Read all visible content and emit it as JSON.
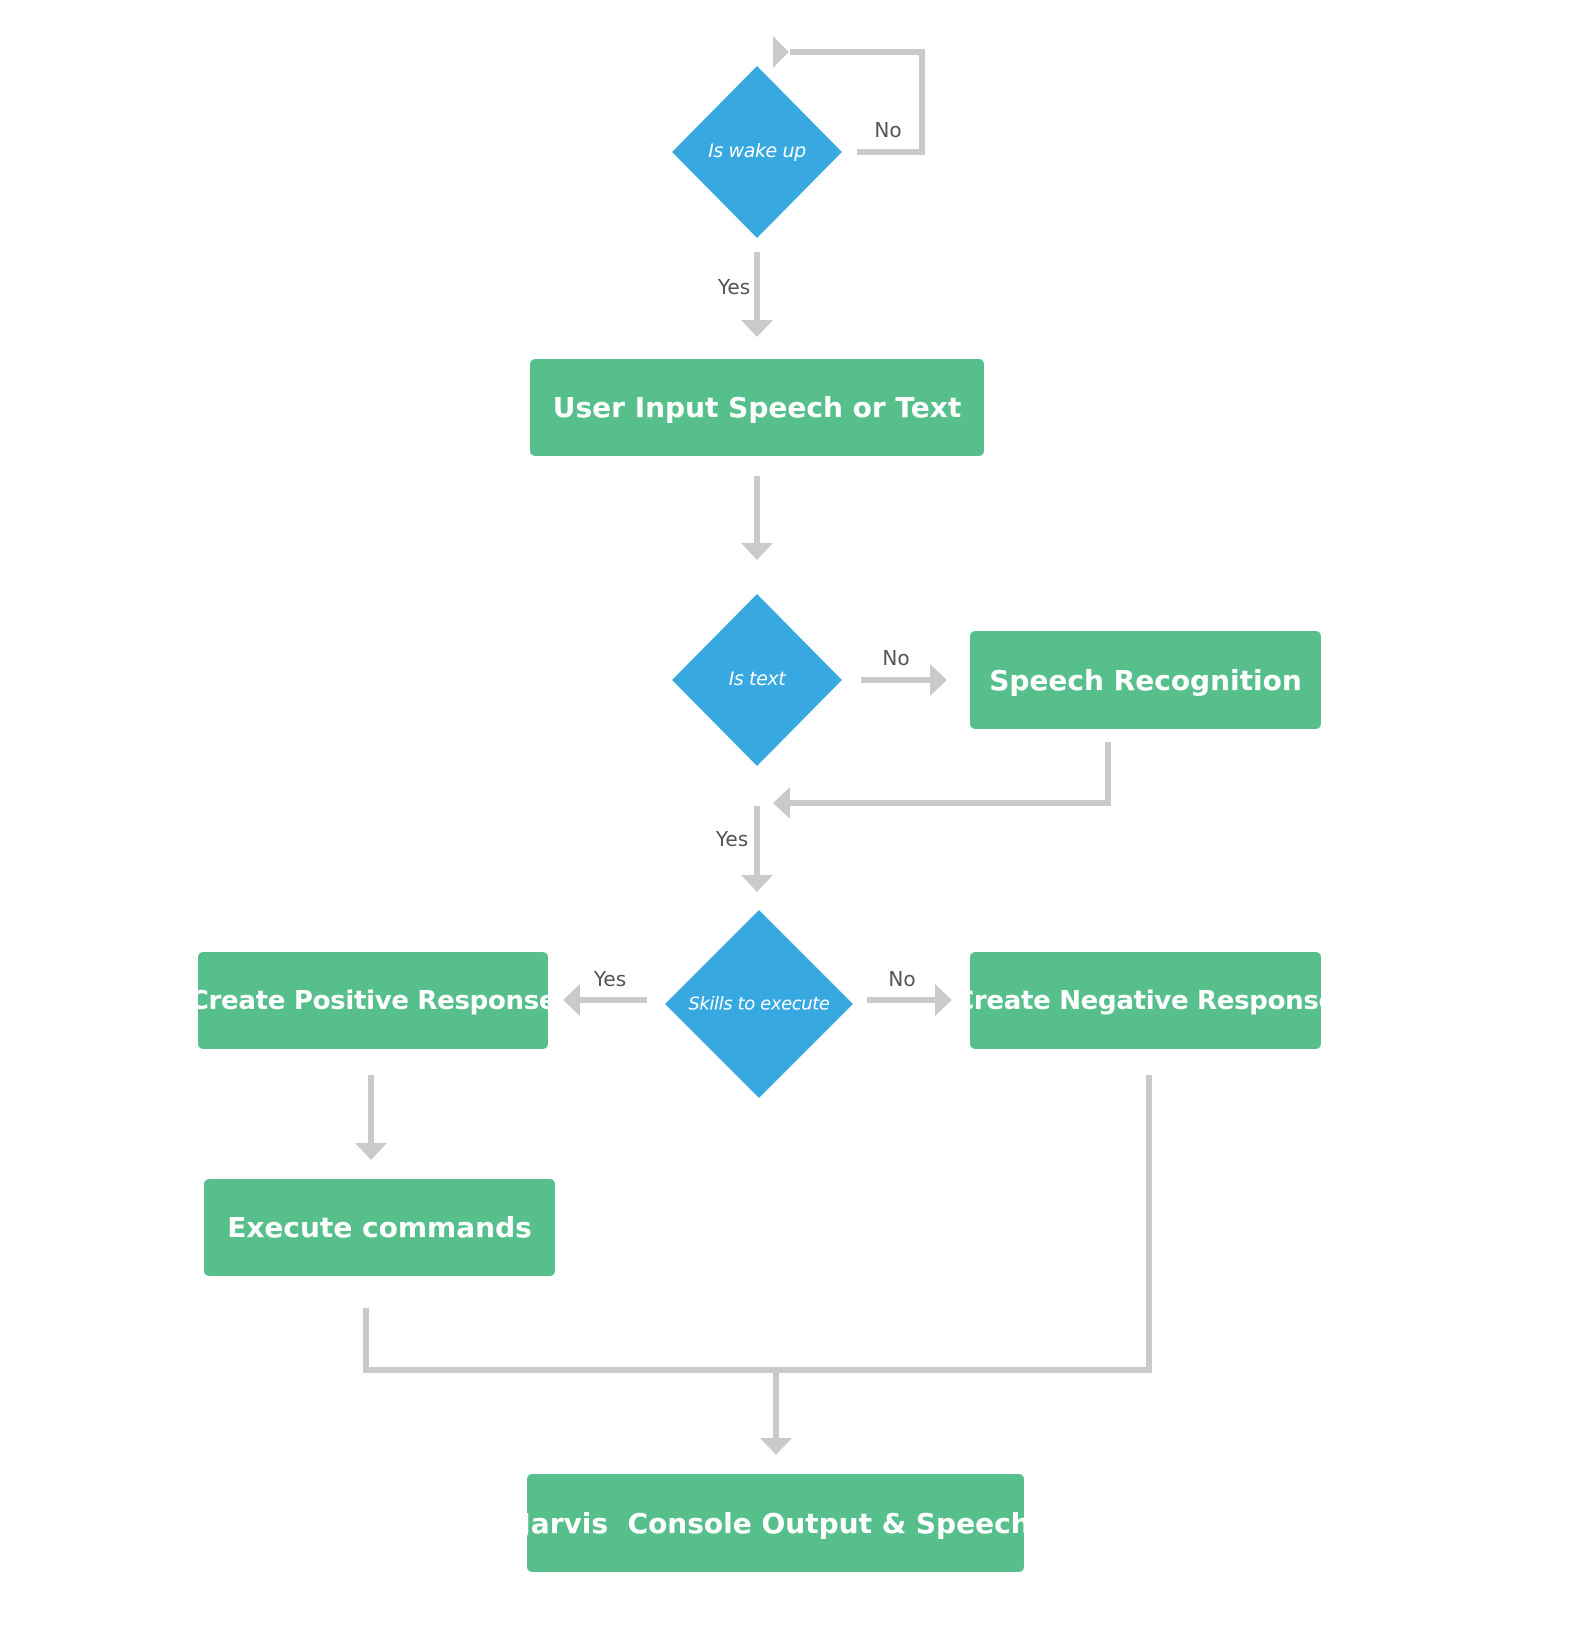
{
  "colors": {
    "process": "#56bf8b",
    "decision": "#38a8e0",
    "connector": "#cacaca",
    "edge_text": "#555555"
  },
  "nodes": {
    "wake_decision": {
      "label": "Is wake up"
    },
    "user_input": {
      "label": "User Input Speech or Text"
    },
    "text_decision": {
      "label": "Is text"
    },
    "speech_recognition": {
      "label": "Speech Recognition"
    },
    "skills_decision": {
      "label": "Skills to execute"
    },
    "positive_response": {
      "label": "Create Positive Response"
    },
    "negative_response": {
      "label": "Create Negative Response"
    },
    "execute_commands": {
      "label": "Execute commands"
    },
    "output": {
      "label": "Jarvis  Console Output & Speech"
    }
  },
  "edges": {
    "wake_no": "No",
    "wake_yes": "Yes",
    "text_no": "No",
    "text_yes": "Yes",
    "skills_yes": "Yes",
    "skills_no": "No"
  }
}
